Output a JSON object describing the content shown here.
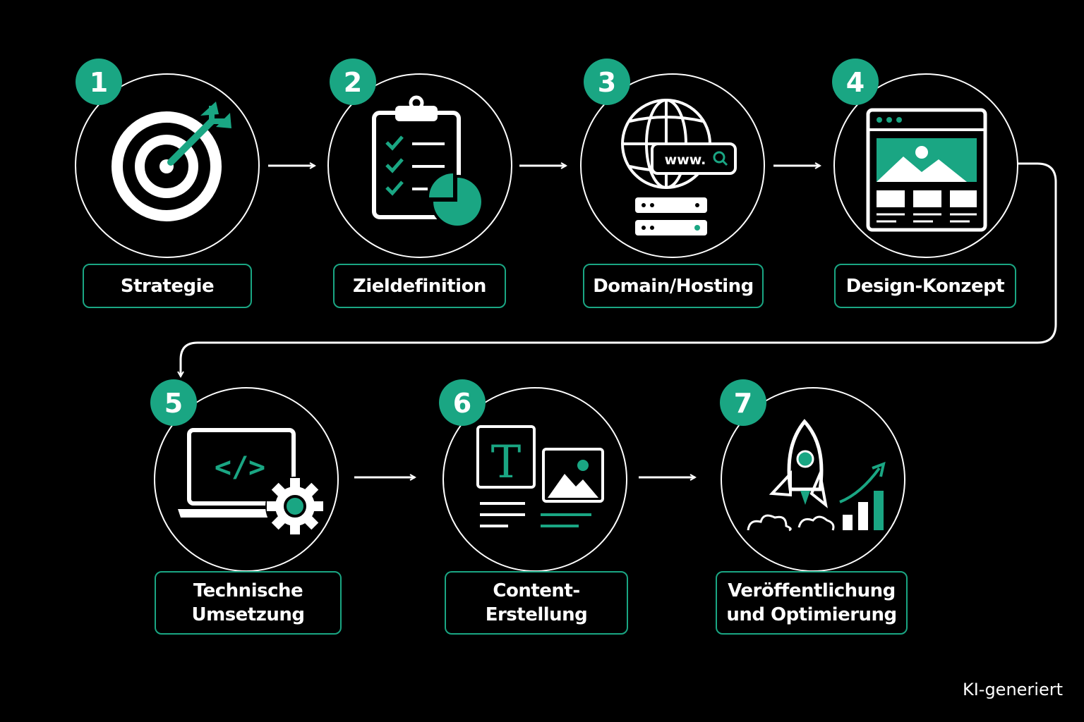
{
  "colors": {
    "background": "#000000",
    "accent": "#1aa683",
    "line": "#ffffff"
  },
  "steps": [
    {
      "number": "1",
      "label_lines": [
        "Strategie"
      ],
      "icon": "target-icon"
    },
    {
      "number": "2",
      "label_lines": [
        "Zieldefinition"
      ],
      "icon": "clipboard-checklist-icon"
    },
    {
      "number": "3",
      "label_lines": [
        "Domain/Hosting"
      ],
      "icon": "globe-server-icon",
      "icon_text": "www."
    },
    {
      "number": "4",
      "label_lines": [
        "Design-Konzept"
      ],
      "icon": "website-layout-icon"
    },
    {
      "number": "5",
      "label_lines": [
        "Technische",
        "Umsetzung"
      ],
      "icon": "laptop-code-gear-icon",
      "icon_text": "</>"
    },
    {
      "number": "6",
      "label_lines": [
        "Content-",
        "Erstellung"
      ],
      "icon": "text-image-content-icon",
      "icon_text": "T"
    },
    {
      "number": "7",
      "label_lines": [
        "Veröffentlichung",
        "und Optimierung"
      ],
      "icon": "rocket-growth-icon"
    }
  ],
  "watermark": "KI-generiert"
}
